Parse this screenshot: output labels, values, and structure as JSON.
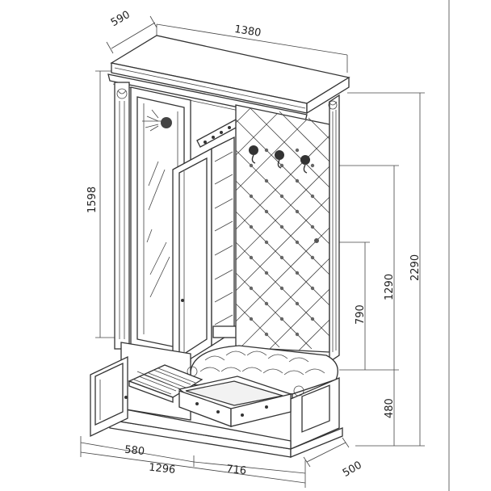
{
  "dimensions": {
    "depth_top": "590",
    "width_top": "1380",
    "height_upper": "1598",
    "height_total": "2290",
    "height_panel": "1290",
    "height_hooks": "790",
    "height_bench": "480",
    "depth_bottom": "500",
    "width_left": "580",
    "width_right": "716",
    "width_total": "1296"
  }
}
